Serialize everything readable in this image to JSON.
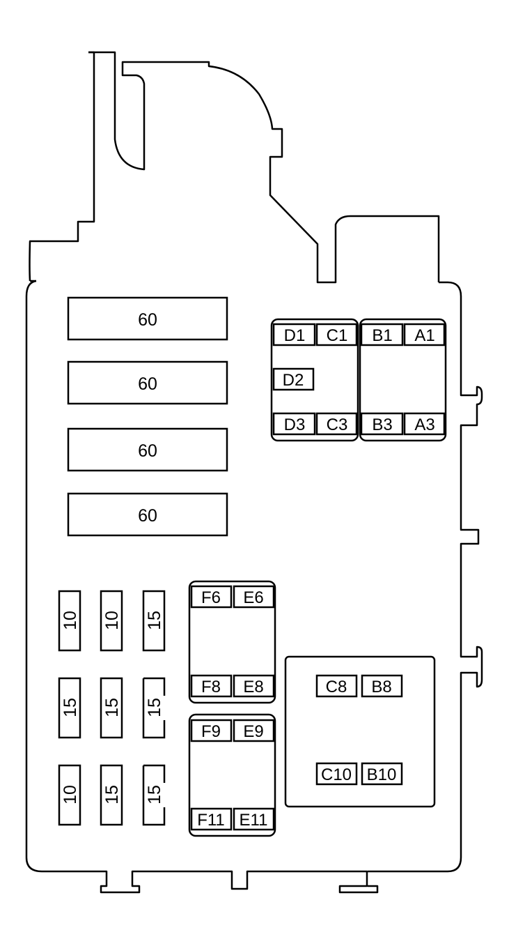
{
  "maxi_fuses": [
    "60",
    "60",
    "60",
    "60"
  ],
  "relay_block_top": {
    "left": {
      "row1": [
        "D1",
        "C1"
      ],
      "mid": "D2",
      "row3": [
        "D3",
        "C3"
      ]
    },
    "right": {
      "row1": [
        "B1",
        "A1"
      ],
      "row3": [
        "B3",
        "A3"
      ]
    }
  },
  "mini_fuses": {
    "row1": [
      "10",
      "10",
      "15"
    ],
    "row2": [
      "15",
      "15",
      "15"
    ],
    "row3": [
      "10",
      "15",
      "15"
    ]
  },
  "relay_block_mid_upper": {
    "top": [
      "F6",
      "E6"
    ],
    "bottom": [
      "F8",
      "E8"
    ]
  },
  "relay_block_mid_lower": {
    "top": [
      "F9",
      "E9"
    ],
    "bottom": [
      "F11",
      "E11"
    ]
  },
  "relay_block_right": {
    "top": [
      "C8",
      "B8"
    ],
    "bottom": [
      "C10",
      "B10"
    ]
  }
}
